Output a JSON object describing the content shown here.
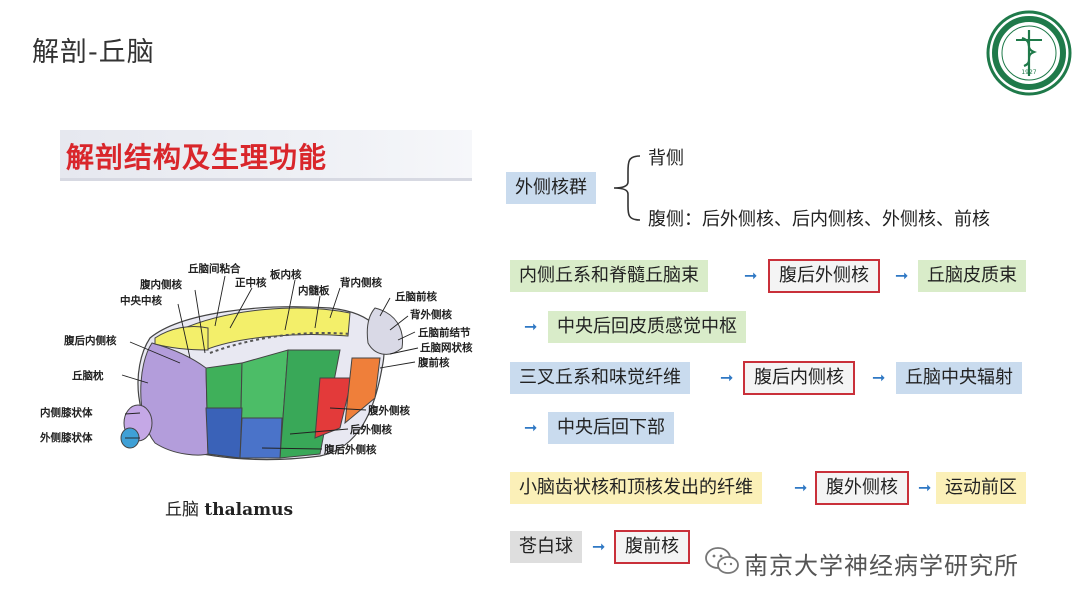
{
  "slide": {
    "title": "解剖-丘脑",
    "section_heading": "解剖结构及生理功能",
    "logo_text": "1927"
  },
  "figure": {
    "caption_cn": "丘脑",
    "caption_en": "thalamus",
    "labels": {
      "interthalamic_adhesion": "丘脑间粘合",
      "median_nucleus": "正中核",
      "intralaminar_nucleus": "板内核",
      "internal_medullary_lamina": "内髓板",
      "lateral_dorsal_nucleus": "背内侧核",
      "ventromedial_nucleus": "腹内侧核",
      "central_nucleus": "中央中核",
      "anterior_nucleus": "丘脑前核",
      "dorsolateral_nucleus": "背外侧核",
      "anterior_tubercle": "丘脑前结节",
      "reticular_nucleus": "丘脑网状核",
      "ventral_anterior_nucleus": "腹前核",
      "vpm": "腹后内侧核",
      "pulvinar": "丘脑枕",
      "mgb": "内侧膝状体",
      "lgb": "外侧膝状体",
      "vl": "腹外侧核",
      "lp": "后外侧核",
      "vpl": "腹后外侧核"
    }
  },
  "content": {
    "lateral_group": "外侧核群",
    "dorsal": "背侧",
    "ventral": "腹侧：后外侧核、后内侧核、外侧核、前核",
    "row1": {
      "source": "内侧丘系和脊髓丘脑束",
      "nucleus": "腹后外侧核",
      "target": "丘脑皮质束",
      "cont": "中央后回皮质感觉中枢"
    },
    "row2": {
      "source": "三叉丘系和味觉纤维",
      "nucleus": "腹后内侧核",
      "target": "丘脑中央辐射",
      "cont": "中央后回下部"
    },
    "row3": {
      "source": "小脑齿状核和顶核发出的纤维",
      "nucleus": "腹外侧核",
      "target": "运动前区"
    },
    "row4": {
      "source": "苍白球",
      "nucleus": "腹前核"
    },
    "arrow": "➞"
  },
  "watermark": "南京大学神经病学研究所",
  "colors": {
    "accent_red": "#d9262b",
    "arrow_blue": "#2f78c4",
    "box_blue": "#c9dbee",
    "box_green": "#d9ecc9",
    "box_yellow": "#fbf0b8"
  }
}
